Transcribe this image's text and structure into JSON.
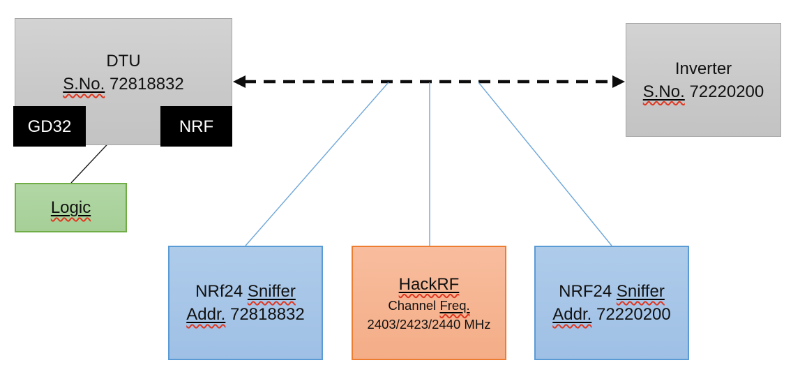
{
  "colors": {
    "gray_fill": "#cdcdcd",
    "gray_border": "#a6a6a6",
    "black_fill": "#000000",
    "green_fill": "#aad2a0",
    "green_border": "#70ad47",
    "blue_fill": "#a9c7e8",
    "blue_border": "#5b9bd5",
    "orange_fill": "#f6b58f",
    "orange_border": "#ed7d31",
    "connector_blue": "#6ea6d8",
    "arrow_black": "#0d0d0d",
    "squiggle_red": "#e0361f"
  },
  "dtu": {
    "title": "DTU",
    "serial_label": "S.No.",
    "serial": "72818832"
  },
  "gd32": {
    "label": "GD32"
  },
  "nrf": {
    "label": "NRF"
  },
  "logic": {
    "label": "Logic"
  },
  "inverter": {
    "title": "Inverter",
    "serial_label": "S.No.",
    "serial": "72220200"
  },
  "sniffer_left": {
    "model": "NRf24",
    "word": "Sniffer",
    "addr_label": "Addr.",
    "addr": "72818832"
  },
  "hackrf": {
    "title": "HackRF",
    "channel_label": "Channel",
    "freq_word": "Freq.",
    "frequencies": "2403/2423/2440 MHz"
  },
  "sniffer_right": {
    "model": "NRF24",
    "word": "Sniffer",
    "addr_label": "Addr.",
    "addr": "72220200"
  }
}
